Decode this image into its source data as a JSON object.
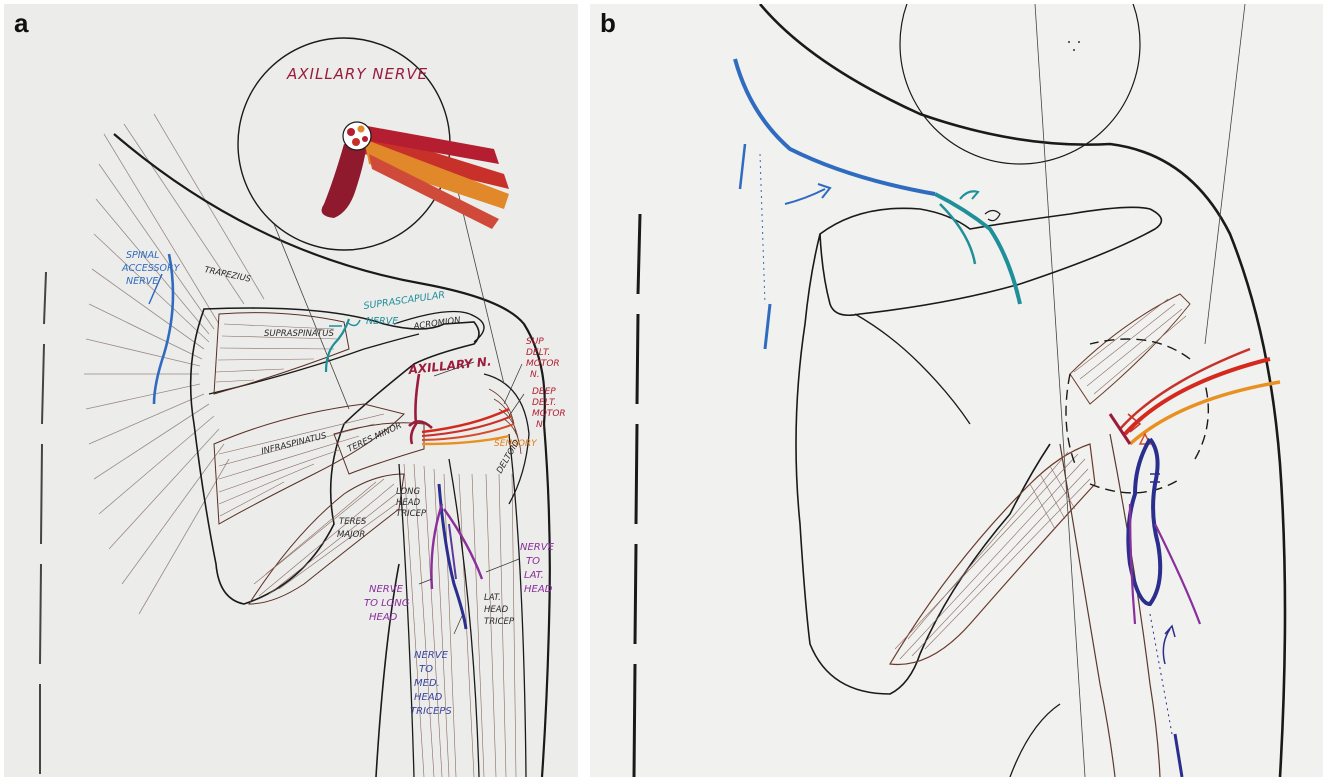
{
  "figure": {
    "panels": [
      {
        "letter": "a",
        "inset_title": "AXILLARY NERVE",
        "labels": {
          "trapezius": "TRAPEZIUS",
          "spinal_accessory_1": "SPINAL",
          "spinal_accessory_2": "ACCESSORY",
          "spinal_accessory_3": "NERVE",
          "suprascapular_1": "SUPRASCAPULAR",
          "suprascapular_2": "NERVE",
          "supraspinatus": "SUPRASPINATUS",
          "acromion": "ACROMION",
          "infraspinatus": "INFRASPINATUS",
          "axillary_n": "AXILLARY N.",
          "sup_delt_1": "SUP",
          "sup_delt_2": "DELT.",
          "sup_delt_3": "MOTOR",
          "sup_delt_4": "N.",
          "deep_delt_1": "DEEP",
          "deep_delt_2": "DELT.",
          "deep_delt_3": "MOTOR",
          "deep_delt_4": "N.",
          "sensory": "SENSORY",
          "deltoid": "DELTOID",
          "teres_minor": "TERES MINOR",
          "long_head_1": "LONG",
          "long_head_2": "HEAD",
          "long_head_3": "TRICEP",
          "teres_major_1": "TERES",
          "teres_major_2": "MAJOR",
          "nerve_long_1": "NERVE",
          "nerve_long_2": "TO LONG",
          "nerve_long_3": "HEAD",
          "nerve_lat_1": "NERVE",
          "nerve_lat_2": "TO",
          "nerve_lat_3": "LAT.",
          "nerve_lat_4": "HEAD",
          "lat_head_1": "LAT.",
          "lat_head_2": "HEAD",
          "lat_head_3": "TRICEP",
          "nerve_med_1": "NERVE",
          "nerve_med_2": "TO",
          "nerve_med_3": "MED.",
          "nerve_med_4": "HEAD",
          "nerve_med_5": "TRICEPS"
        }
      },
      {
        "letter": "b"
      }
    ],
    "colors": {
      "ink": "#1a1a1a",
      "muscle": "#6b3a2a",
      "spinal_accessory": "#2f6bbf",
      "suprascapular": "#1f8f9a",
      "axillary": "#9b1b3b",
      "deltoid_branch_red": "#d42a1e",
      "sensory_orange": "#e89020",
      "radial_navy": "#2a2e8c",
      "triceps_purple": "#8a2f9c"
    }
  }
}
